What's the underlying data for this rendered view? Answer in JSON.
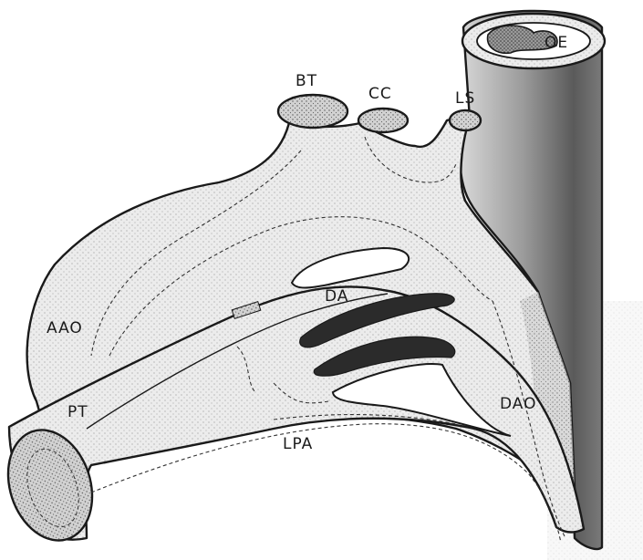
{
  "diagram": {
    "labels": {
      "bt": "BT",
      "cc": "CC",
      "ls": "LS",
      "oe": "OE",
      "da": "DA",
      "aao": "AAO",
      "pt": "PT",
      "dao": "DAO",
      "lpa": "LPA"
    },
    "colors": {
      "stipple_light": "#e9e9e9",
      "stipple_mid": "#c8c8c8",
      "stipple_dark": "#8a8a8a",
      "lumen": "#2b2b2b",
      "ink": "#1a1a1a"
    }
  }
}
